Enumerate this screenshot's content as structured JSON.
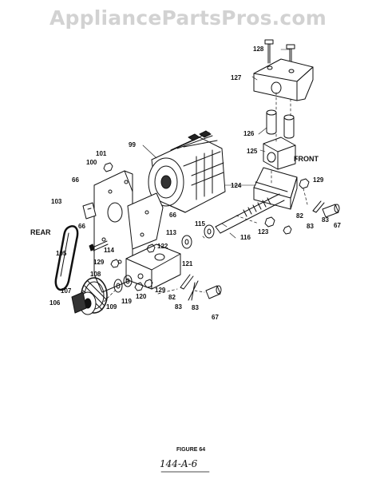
{
  "watermark": "AppliancePartsPros.com",
  "labels": {
    "l99": "99",
    "l101": "101",
    "l100": "100",
    "l66a": "66",
    "l66b": "66",
    "l66c": "66",
    "l103": "103",
    "l105": "105",
    "l114": "114",
    "l122": "122",
    "l129a": "129",
    "l121": "121",
    "l108": "108",
    "l107": "107",
    "l106": "106",
    "l109": "109",
    "l119": "119",
    "l120": "120",
    "l129b": "129",
    "l82a": "82",
    "l83a": "83",
    "l83b": "83",
    "l67a": "67",
    "l113": "113",
    "l115": "115",
    "l116": "116",
    "l123": "123",
    "l124": "124",
    "l125": "125",
    "l126": "126",
    "l127": "127",
    "l128": "128",
    "l129c": "129",
    "l82b": "82",
    "l83c": "83",
    "l83d": "83",
    "l67b": "67"
  },
  "side_labels": {
    "rear": "REAR",
    "front": "FRONT"
  },
  "caption": "FIGURE 64",
  "handwritten_code": "144-A-6"
}
